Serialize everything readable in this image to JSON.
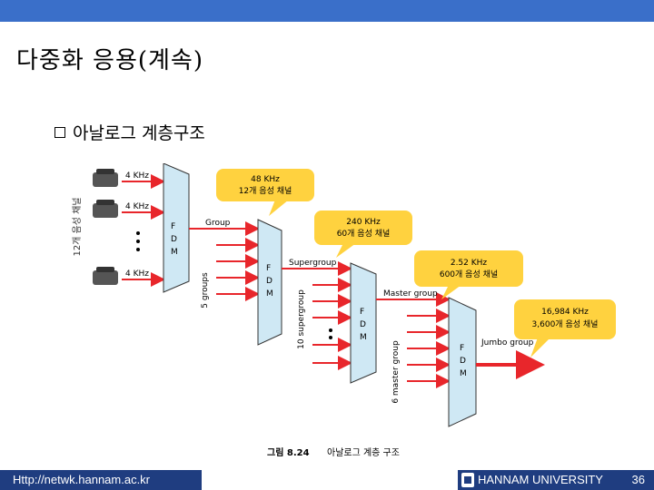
{
  "slide": {
    "title": "다중화 응용(계속)",
    "bullet": "아날로그 계층구조"
  },
  "diagram": {
    "side_label": "12개 음성 채널",
    "inputs": [
      "4 KHz",
      "4 KHz",
      "4 KHz"
    ],
    "fdm_letters": [
      "F",
      "D",
      "M"
    ],
    "levels": {
      "group": "Group",
      "supergroup": "Supergroup",
      "master": "Master group",
      "jumbo": "Jumbo group"
    },
    "counts": {
      "five_groups": "5 groups",
      "ten_supergroup": "10 supergroup",
      "six_master": "6 master group"
    },
    "callouts": [
      {
        "freq": "48 KHz",
        "desc": "12개 음성 채널"
      },
      {
        "freq": "240 KHz",
        "desc": "60개 음성 채널"
      },
      {
        "freq": "2.52 KHz",
        "desc": "600개 음성 채널"
      },
      {
        "freq": "16,984 KHz",
        "desc": "3,600개 음성 채널"
      }
    ],
    "caption_num": "그림 8.24",
    "caption_text": "아날로그 계층 구조"
  },
  "footer": {
    "url": "Http://netwk.hannam.ac.kr",
    "university": "HANNAM UNIVERSITY",
    "page": "36"
  },
  "colors": {
    "top_bar": "#3a6fc9",
    "footer": "#1f3d80",
    "fdm_fill": "#cfe8f4",
    "arrow": "#e8262b",
    "callout": "#ffd23f"
  }
}
